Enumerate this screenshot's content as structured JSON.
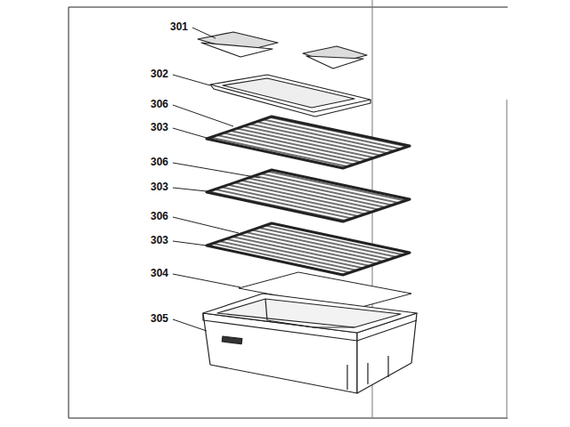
{
  "diagram": {
    "labels": [
      "301",
      "302",
      "306",
      "303",
      "306",
      "303",
      "306",
      "303",
      "304",
      "305"
    ]
  }
}
